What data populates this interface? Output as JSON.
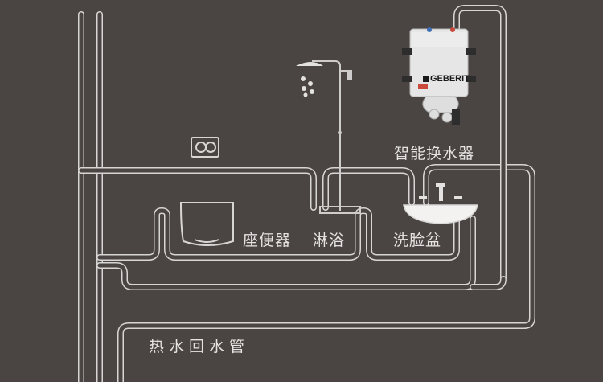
{
  "labels": {
    "smart_water_exchanger": "智能换水器",
    "toilet": "座便器",
    "shower": "淋浴",
    "wash_basin": "洗脸盆",
    "hot_water_return_pipe": "热水回水管"
  },
  "device": {
    "brand": "GEBERIT",
    "brand_icon": "geberit-logo-icon"
  },
  "colors": {
    "background": "#4a4443",
    "pipe": "#d8d6d4",
    "device_body": "#e4e4e4"
  }
}
